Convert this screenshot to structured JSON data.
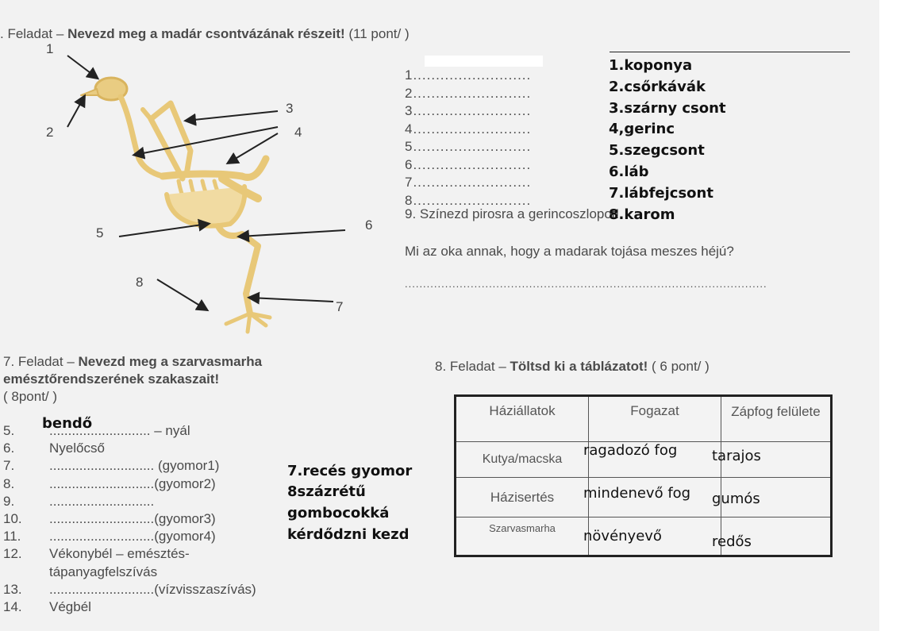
{
  "task6": {
    "heading_prefix": ". Feladat – ",
    "heading_bold": "Nevezd meg a madár csontvázának részeit!",
    "heading_suffix": " (11 pont/          )",
    "diagram_labels": [
      "1",
      "2",
      "3",
      "4",
      "5",
      "6",
      "7",
      "8"
    ],
    "lines": [
      "1..........................",
      "2..........................",
      "3..........................",
      "4..........................",
      "5..........................",
      "6..........................",
      "7..........................",
      "8.........................."
    ],
    "q9": "9. Színezd pirosra a gerincoszlopot!",
    "question": "Mi az oka annak, hogy a madarak tojása meszes héjú?",
    "answer_dots": "...................................................................................................",
    "answers": [
      "1.koponya",
      "2.csőrkávák",
      "3.szárny csont",
      "4,gerinc",
      "5.szegcsont",
      "6.láb",
      "7.lábfejcsont",
      "8.karom"
    ]
  },
  "task7": {
    "heading_prefix": "7. Feladat – ",
    "heading_bold_1": "Nevezd meg a szarvasmarha",
    "heading_bold_2": "emésztőrendszerének szakaszait!",
    "points": "( 8pont/        )",
    "rows": [
      {
        "n": "5.",
        "t": "........................... – nyál"
      },
      {
        "n": "6.",
        "t": "Nyelőcső"
      },
      {
        "n": "7.",
        "t": "............................ (gyomor1)"
      },
      {
        "n": "8.",
        "t": "............................(gyomor2)"
      },
      {
        "n": "9.",
        "t": "............................"
      },
      {
        "n": "10.",
        "t": "............................(gyomor3)"
      },
      {
        "n": "11.",
        "t": "............................(gyomor4)"
      },
      {
        "n": "12.",
        "t": "Vékonybél – emésztés-"
      },
      {
        "n": "",
        "t": "tápanyagfelszívás"
      },
      {
        "n": "13.",
        "t": "............................(vízvisszaszívás)"
      },
      {
        "n": "14.",
        "t": "Végbél"
      }
    ],
    "handwritten": {
      "bendo": "bendő",
      "r7": "7.recés gyomor",
      "r8": "8százrétű",
      "r9": "gombocokká",
      "r10": "kérdődzni kezd"
    }
  },
  "task8": {
    "heading_prefix": "8. Feladat – ",
    "heading_bold": "Töltsd ki a táblázatot!",
    "heading_suffix": " ( 6 pont/          )",
    "headers": [
      "Háziállatok",
      "Fogazat",
      "Zápfog felülete"
    ],
    "rows": [
      {
        "animal": "Kutya/macska",
        "teeth": "ragadozó fog",
        "surface": "tarajos"
      },
      {
        "animal": "Házisertés",
        "teeth": "mindenevő fog",
        "surface": "gumós"
      },
      {
        "animal": "Szarvasmarha",
        "teeth": "növényevő",
        "surface": "redős"
      }
    ]
  }
}
